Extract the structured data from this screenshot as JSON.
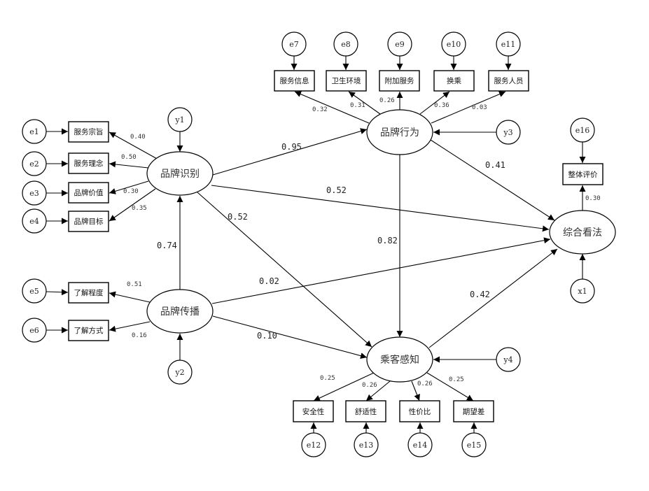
{
  "latents": {
    "brand_identity": "品牌识别",
    "brand_behavior": "品牌行为",
    "brand_communication": "品牌传播",
    "passenger_perception": "乘客感知",
    "overall_opinion": "综合看法"
  },
  "disturbances": {
    "y1": "y1",
    "y2": "y2",
    "y3": "y3",
    "y4": "y4",
    "x1": "x1"
  },
  "indicators": {
    "identity": [
      {
        "label": "服务宗旨",
        "error": "e1",
        "loading": "0.40"
      },
      {
        "label": "服务理念",
        "error": "e2",
        "loading": "0.50"
      },
      {
        "label": "品牌价值",
        "error": "e3",
        "loading": "0.30"
      },
      {
        "label": "品牌目标",
        "error": "e4",
        "loading": "0.35"
      }
    ],
    "communication": [
      {
        "label": "了解程度",
        "error": "e5",
        "loading": "0.51"
      },
      {
        "label": "了解方式",
        "error": "e6",
        "loading": "0.16"
      }
    ],
    "behavior": [
      {
        "label": "服务信息",
        "error": "e7",
        "loading": "0.32"
      },
      {
        "label": "卫生环境",
        "error": "e8",
        "loading": "0.31"
      },
      {
        "label": "附加服务",
        "error": "e9",
        "loading": "0.26"
      },
      {
        "label": "换乘",
        "error": "e10",
        "loading": "0.36"
      },
      {
        "label": "服务人员",
        "error": "e11",
        "loading": "0.03"
      }
    ],
    "perception": [
      {
        "label": "安全性",
        "error": "e12",
        "loading": "0.25"
      },
      {
        "label": "舒适性",
        "error": "e13",
        "loading": "0.26"
      },
      {
        "label": "性价比",
        "error": "e14",
        "loading": "0.26"
      },
      {
        "label": "期望差",
        "error": "e15",
        "loading": "0.25"
      }
    ],
    "overall": [
      {
        "label": "整体评价",
        "error": "e16",
        "loading": "0.30"
      }
    ]
  },
  "paths": {
    "identity_to_behavior": "0.95",
    "identity_to_overall": "0.52",
    "identity_to_perception": "0.52",
    "communication_to_identity": "0.74",
    "communication_to_overall": "0.02",
    "communication_to_perception": "0.10",
    "behavior_to_perception": "0.82",
    "behavior_to_overall": "0.41",
    "perception_to_overall": "0.42"
  }
}
